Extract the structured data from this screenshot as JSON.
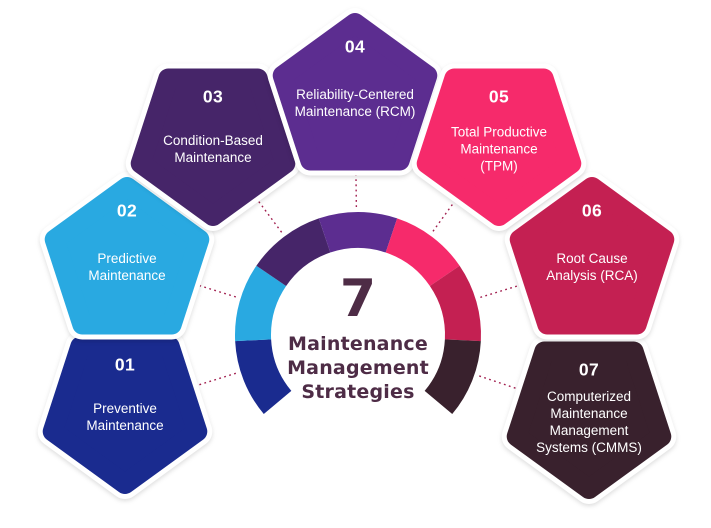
{
  "center": {
    "number": "7",
    "title": "Maintenance\nManagement\nStrategies"
  },
  "palette": {
    "background": "#ffffff",
    "center_text": "#4E2C46",
    "dotted_line": "#A22050",
    "pentagon_text": "#ffffff"
  },
  "strategies": [
    {
      "number": "01",
      "label": "Preventive\nMaintenance",
      "color": "#1A2B8F"
    },
    {
      "number": "02",
      "label": "Predictive\nMaintenance",
      "color": "#29A9E1"
    },
    {
      "number": "03",
      "label": "Condition-Based\nMaintenance",
      "color": "#462569"
    },
    {
      "number": "04",
      "label": "Reliability-Centered\nMaintenance (RCM)",
      "color": "#5C2D90"
    },
    {
      "number": "05",
      "label": "Total Productive\nMaintenance\n(TPM)",
      "color": "#F62A6B"
    },
    {
      "number": "06",
      "label": "Root Cause\nAnalysis (RCA)",
      "color": "#C42052"
    },
    {
      "number": "07",
      "label": "Computerized\nMaintenance\nManagement\nSystems (CMMS)",
      "color": "#39212D"
    }
  ]
}
